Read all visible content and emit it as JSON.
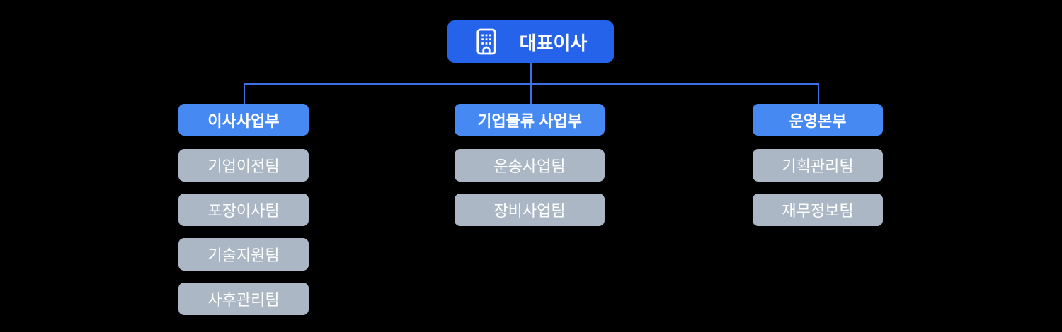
{
  "chart": {
    "root": {
      "label": "대표이사",
      "icon": "building-icon"
    },
    "branches": [
      {
        "label": "이사사업부",
        "teams": [
          "기업이전팀",
          "포장이사팀",
          "기술지원팀",
          "사후관리팀"
        ]
      },
      {
        "label": "기업물류 사업부",
        "teams": [
          "운송사업팀",
          "장비사업팀"
        ]
      },
      {
        "label": "운영본부",
        "teams": [
          "기획관리팀",
          "재무정보팀"
        ]
      }
    ]
  },
  "colors": {
    "background": "#000000",
    "root_box": "#2563EB",
    "branch_box": "#4689F3",
    "team_box": "#ABB7C5",
    "text": "#FFFFFF",
    "connector": "#3E70E5"
  }
}
